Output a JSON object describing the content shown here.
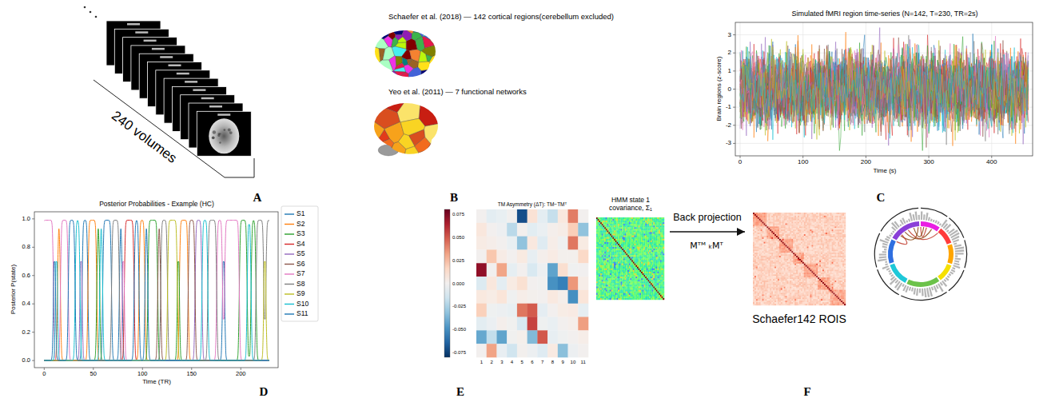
{
  "diagram": {
    "nodes": [
      {
        "text": [
          "HMM state 1 covariance, Σ₁"
        ]
      },
      {
        "text": [
          "Schaefer142 ROIS"
        ]
      }
    ],
    "edges": [
      {
        "from": 0,
        "to": 1,
        "arrow": "to",
        "label": "Back projection"
      }
    ],
    "labels": [
      "240 volumes",
      "A",
      "Schaefer et al. (2018) — 142 cortical regions(cerebellum excluded)",
      "Yeo et al. (2011) — 7 functional networks",
      "B",
      "Simulated fMRI region time-series (N=142, T=230, TR=2s)",
      "Brain regions (z-score)",
      "Time (s)",
      "3",
      "2",
      "1",
      "0",
      "-1",
      "-2",
      "-3",
      "0",
      "100",
      "200",
      "300",
      "400",
      "C",
      "Posterior Probabilities - Example (HC)",
      "Posterior P(state)",
      "Time (TR)",
      "0.0",
      "0.2",
      "0.4",
      "0.6",
      "0.8",
      "1.0",
      "0",
      "50",
      "100",
      "150",
      "200",
      "D",
      "TM Asymmetry (ΔT): TM−TMᵀ",
      "0.075",
      "0.050",
      "0.025",
      "0.000",
      "-0.025",
      "-0.050",
      "-0.075",
      "1",
      "2",
      "3",
      "4",
      "5",
      "6",
      "7",
      "8",
      "9",
      "10",
      "11",
      "E",
      "Mᵀᴹ ₖMᵀ",
      "F"
    ],
    "legend": [
      {
        "text": "S1"
      },
      {
        "text": "S2"
      },
      {
        "text": "S3"
      },
      {
        "text": "S4"
      },
      {
        "text": "S5"
      },
      {
        "text": "S6"
      },
      {
        "text": "S7"
      },
      {
        "text": "S8"
      },
      {
        "text": "S9"
      },
      {
        "text": "S10"
      },
      {
        "text": "S11"
      }
    ]
  }
}
